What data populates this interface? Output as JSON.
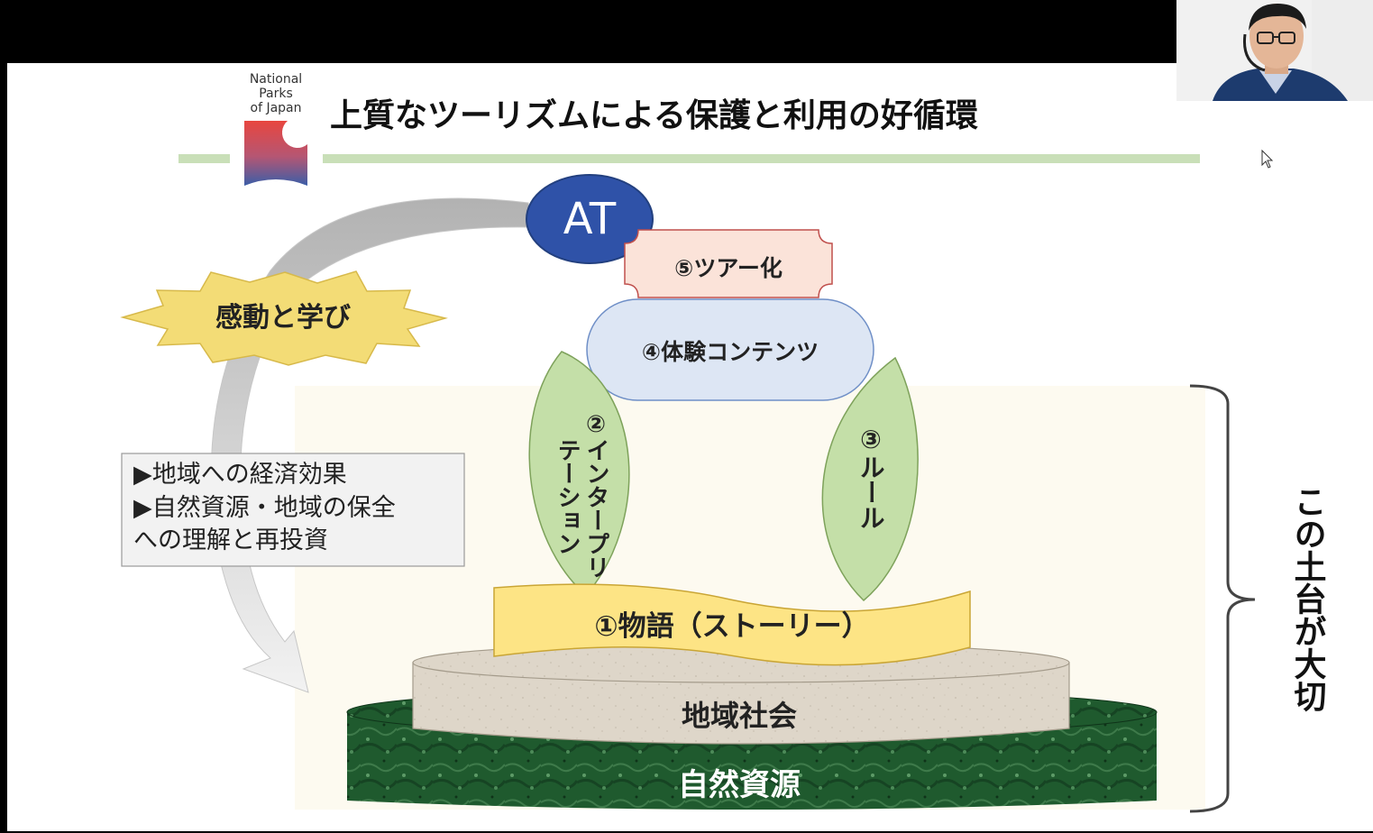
{
  "logo": {
    "line1": "National",
    "line2": "Parks",
    "line3": "of Japan"
  },
  "slide": {
    "title": "上質なツーリズムによる保護と利用の好循環"
  },
  "cycle": {
    "at_label": "AT",
    "kando_label": "感動と学び",
    "effects": {
      "line1": "▶地域への経済効果",
      "line2": "▶自然資源・地域の保全",
      "line3": "への理解と再投資"
    }
  },
  "pyramid": {
    "tour": "⑤ツアー化",
    "experience": "④体験コンテンツ",
    "interpretation_col1": "②インタープリ",
    "interpretation_col2": "テーション",
    "rule": "③ルール",
    "story": "①物語（ストーリー）",
    "community": "地域社会",
    "nature": "自然資源"
  },
  "foundation_note": "この土台が大切",
  "colors": {
    "title_line": "#c9dfb8",
    "at_fill": "#2f52a8",
    "kando_fill": "#f3dc76",
    "tour_fill": "#fbe3d9",
    "experience_fill": "#dde6f4",
    "leaf_fill": "#c4dfa8",
    "story_fill": "#fde485",
    "community_fill": "#ded6c9",
    "nature_fill": "#1f5a2e",
    "base_area": "#fdfaf0"
  }
}
